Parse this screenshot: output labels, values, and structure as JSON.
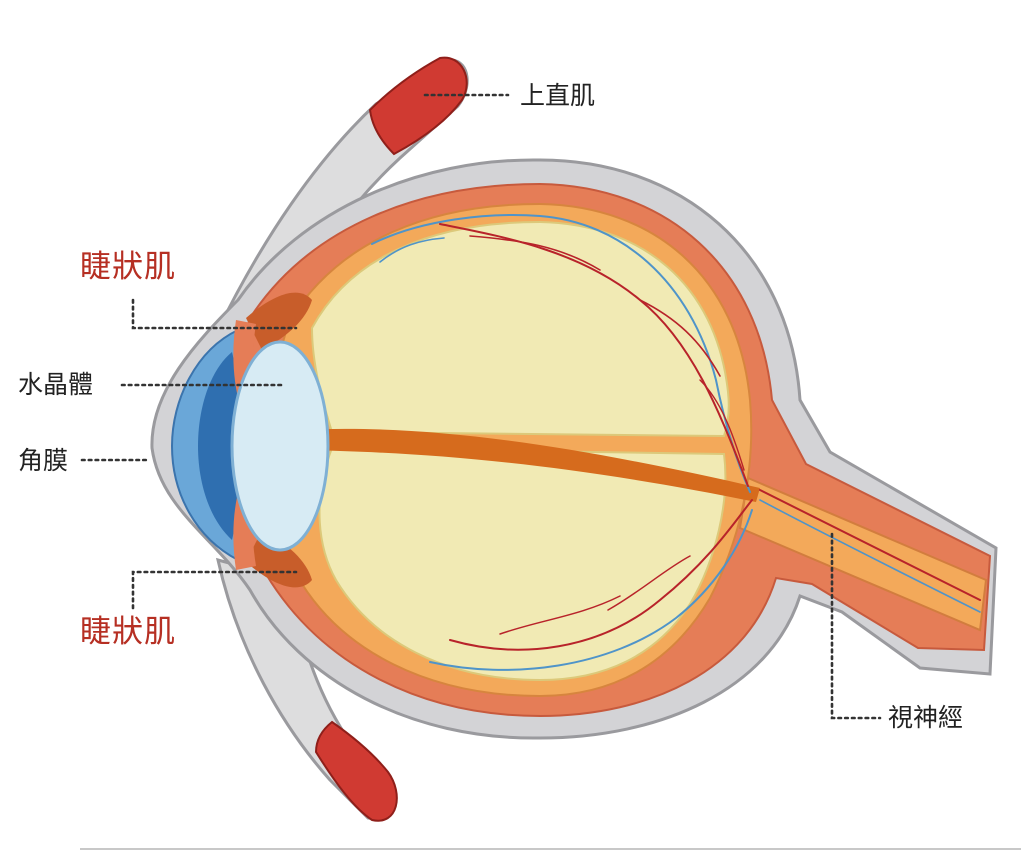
{
  "colors": {
    "sclera": "#c9c9cd",
    "choroid": "#e57d57",
    "retina": "#f3a95a",
    "vitreous": "#f1eab4",
    "muscle": "#d03a32",
    "cornea": "#4d92cf",
    "lens": "#d7ebf4",
    "artery": "#b8232a",
    "vein": "#4f94c9",
    "red_label": "#b62f23"
  },
  "labels": {
    "superior_rectus": "上直肌",
    "ciliary_upper": "睫狀肌",
    "lens": "水晶體",
    "cornea": "角膜",
    "ciliary_lower": "睫狀肌",
    "optic_nerve": "視神經"
  }
}
